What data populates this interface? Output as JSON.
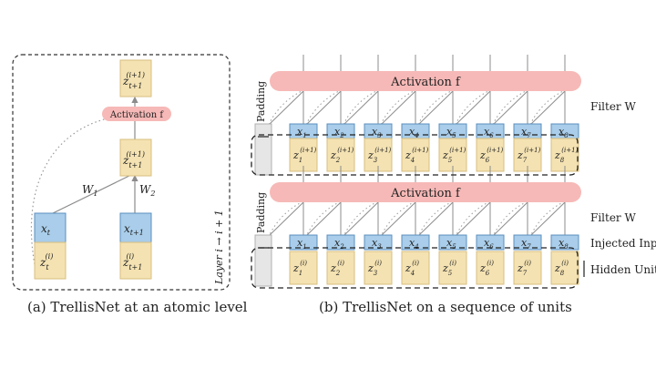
{
  "colors": {
    "blue": "#a9cdea",
    "blue_stroke": "#5b8fbf",
    "beige": "#f4e2b2",
    "beige_stroke": "#d8bf80",
    "pink": "#f6b9b7",
    "gray": "#e6e6e6",
    "line": "#8c8c8c",
    "text": "#222222"
  },
  "panel_a": {
    "caption": "(a) TrellisNet at an atomic level",
    "activation": "Activation f",
    "w1": "W",
    "w1_sub": "1",
    "w2": "W",
    "w2_sub": "2",
    "layer_label": "Layer i → i + 1",
    "z_top": "z^(i+1)_t+1",
    "z_mid": "z^(i+1)_t+1",
    "x_left": "x_t",
    "x_right": "x_t+1",
    "z_left": "z^(i)_t",
    "z_right": "z^(i)_t+1"
  },
  "panel_b": {
    "caption": "(b) TrellisNet on a sequence of units",
    "activation": "Activation f",
    "padding": "Padding",
    "filter": "Filter W",
    "injected_input": "Injected Input",
    "hidden_units": "Hidden Units",
    "indices": [
      "1",
      "2",
      "3",
      "4",
      "5",
      "6",
      "7",
      "8"
    ],
    "x_var": "x",
    "z_var": "z",
    "sup_top": "(i+1)",
    "sup_bottom": "(i)"
  }
}
